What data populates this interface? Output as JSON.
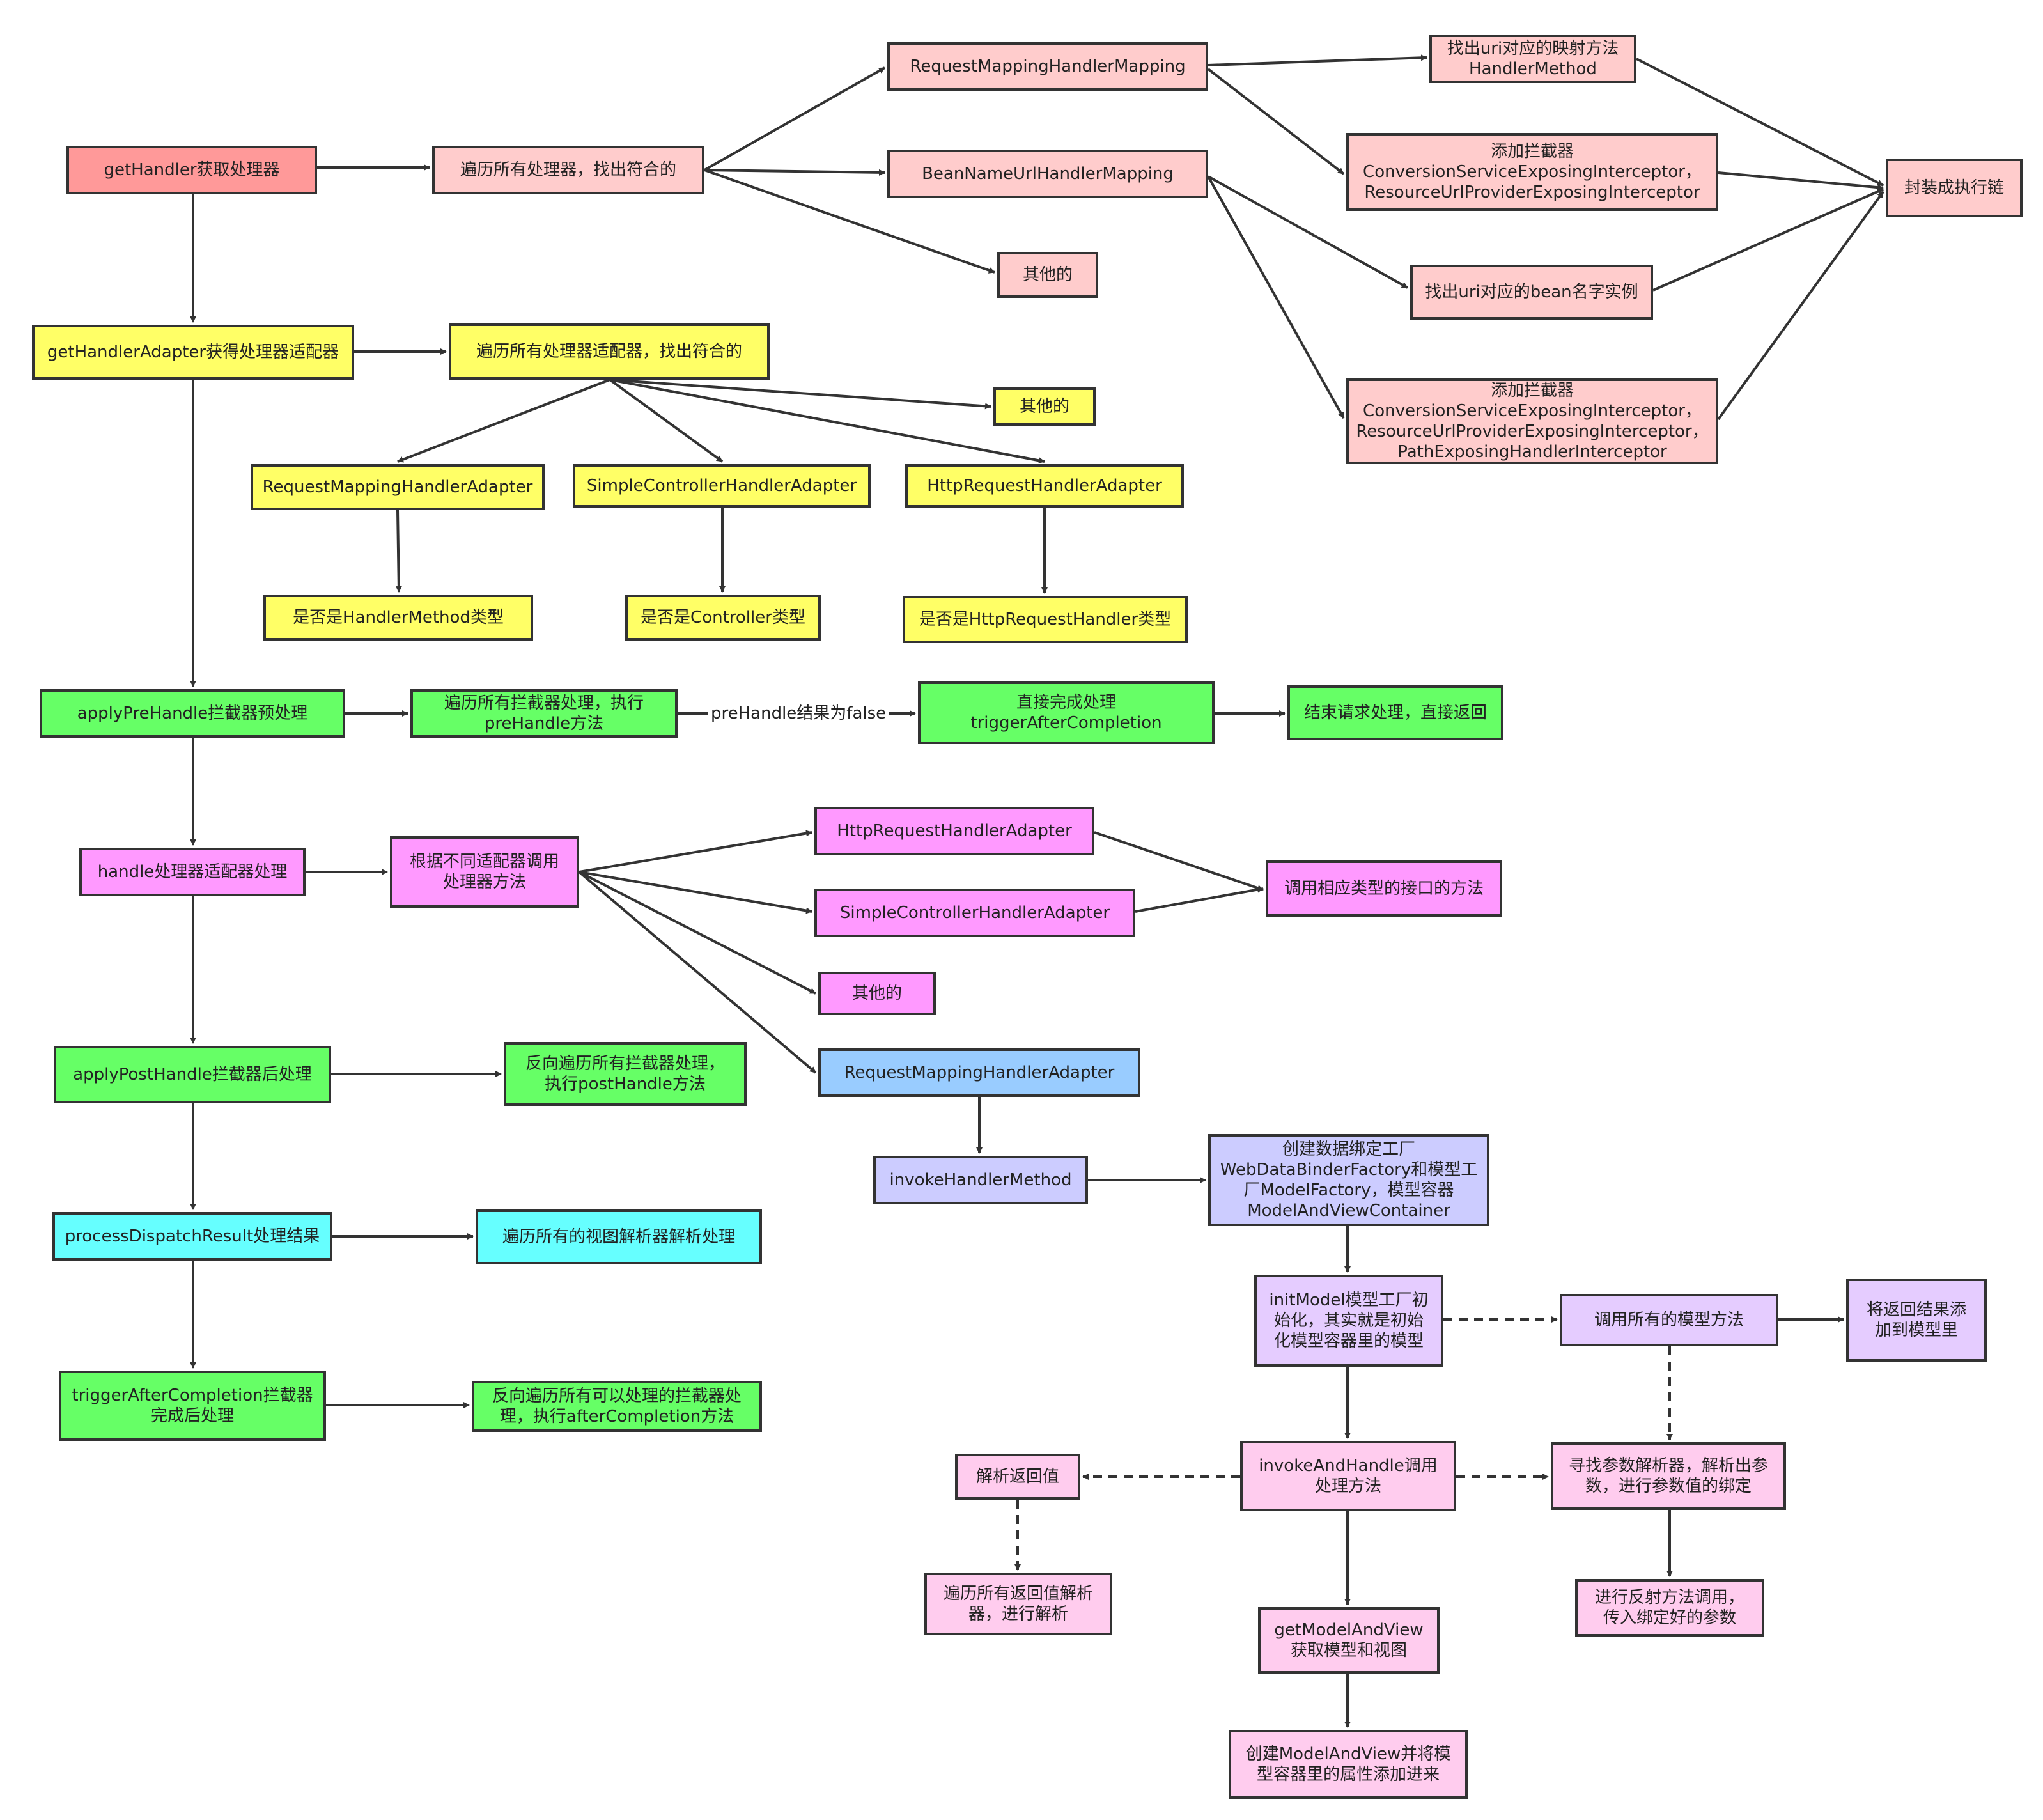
{
  "colors": {
    "red": "#ff9999",
    "pink": "#ffcccc",
    "yellow": "#ffff66",
    "green": "#66ff66",
    "magenta": "#ff99ff",
    "blue": "#99ccff",
    "cyan": "#66ffff",
    "lavender": "#ccccff",
    "lilac": "#e5ccff",
    "lightpink": "#ffccee",
    "stroke": "#333333"
  },
  "nodes": {
    "get_handler": "getHandler获取处理器",
    "iterate_handlers": "遍历所有处理器，找出符合的",
    "rmhm": "RequestMappingHandlerMapping",
    "bnuhm": "BeanNameUrlHandlerMapping",
    "others_1": "其他的",
    "find_handler_method": "找出uri对应的映射方法\nHandlerMethod",
    "add_interceptor_1": "添加拦截器\nConversionServiceExposingInterceptor，\nResourceUrlProviderExposingInterceptor",
    "find_bean_instance": "找出uri对应的bean名字实例",
    "add_interceptor_2": "添加拦截器\nConversionServiceExposingInterceptor，\nResourceUrlProviderExposingInterceptor，\nPathExposingHandlerInterceptor",
    "wrap_chain": "封装成执行链",
    "get_adapter": "getHandlerAdapter获得处理器适配器",
    "iterate_adapters": "遍历所有处理器适配器，找出符合的",
    "others_2": "其他的",
    "rmha_y": "RequestMappingHandlerAdapter",
    "scha_y": "SimpleControllerHandlerAdapter",
    "hrha_y": "HttpRequestHandlerAdapter",
    "is_handler_method": "是否是HandlerMethod类型",
    "is_controller": "是否是Controller类型",
    "is_http_request_handler": "是否是HttpRequestHandler类型",
    "apply_prehandle": "applyPreHandle拦截器预处理",
    "iterate_interceptors": "遍历所有拦截器处理，执行\npreHandle方法",
    "trigger_direct": "直接完成处理\ntriggerAfterCompletion",
    "end_request": "结束请求处理，直接返回",
    "handle": "handle处理器适配器处理",
    "call_by_adapter": "根据不同适配器调用\n处理器方法",
    "hrha_m": "HttpRequestHandlerAdapter",
    "scha_m": "SimpleControllerHandlerAdapter",
    "call_interface": "调用相应类型的接口的方法",
    "others_3": "其他的",
    "rmha_b": "RequestMappingHandlerAdapter",
    "apply_posthandle": "applyPostHandle拦截器后处理",
    "reverse_posthandle": "反向遍历所有拦截器处理，\n执行postHandle方法",
    "process_dispatch": "processDispatchResult处理结果",
    "iterate_view_resolvers": "遍历所有的视图解析器解析处理",
    "trigger_after": "triggerAfterCompletion拦截器\n完成后处理",
    "reverse_after": "反向遍历所有可以处理的拦截器处\n理，执行afterCompletion方法",
    "invoke_handler_method": "invokeHandlerMethod",
    "create_factory": "创建数据绑定工厂\nWebDataBinderFactory和模型工\n厂ModelFactory，模型容器\nModelAndViewContainer",
    "init_model": "initModel模型工厂初\n始化，其实就是初始\n化模型容器里的模型",
    "call_model_methods": "调用所有的模型方法",
    "add_to_model": "将返回结果添\n加到模型里",
    "invoke_and_handle": "invokeAndHandle调用\n处理方法",
    "parse_return": "解析返回值",
    "find_arg_resolver": "寻找参数解析器，解析出参\n数，进行参数值的绑定",
    "iterate_return_resolvers": "遍历所有返回值解析\n器，进行解析",
    "reflect_call": "进行反射方法调用，\n传入绑定好的参数",
    "get_model_and_view": "getModelAndView\n获取模型和视图",
    "create_mav": "创建ModelAndView并将模\n型容器里的属性添加进来"
  },
  "edge_labels": {
    "prehandle_false": "preHandle结果为false"
  }
}
